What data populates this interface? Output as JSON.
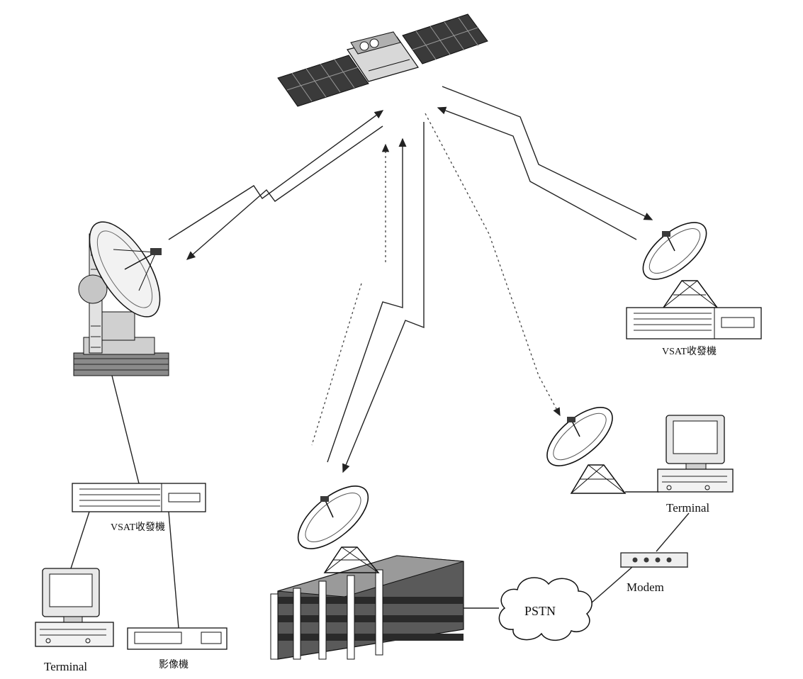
{
  "labels": {
    "vsat_right": "VSAT收發機",
    "vsat_left": "VSAT收發機",
    "terminal_left": "Terminal",
    "printer_left": "影像機",
    "terminal_right": "Terminal",
    "modem": "Modem",
    "pstn": "PSTN"
  },
  "colors": {
    "line": "#222222",
    "fill_dark": "#3a3a3a",
    "fill_mid": "#8a8a8a",
    "background": "#ffffff"
  }
}
